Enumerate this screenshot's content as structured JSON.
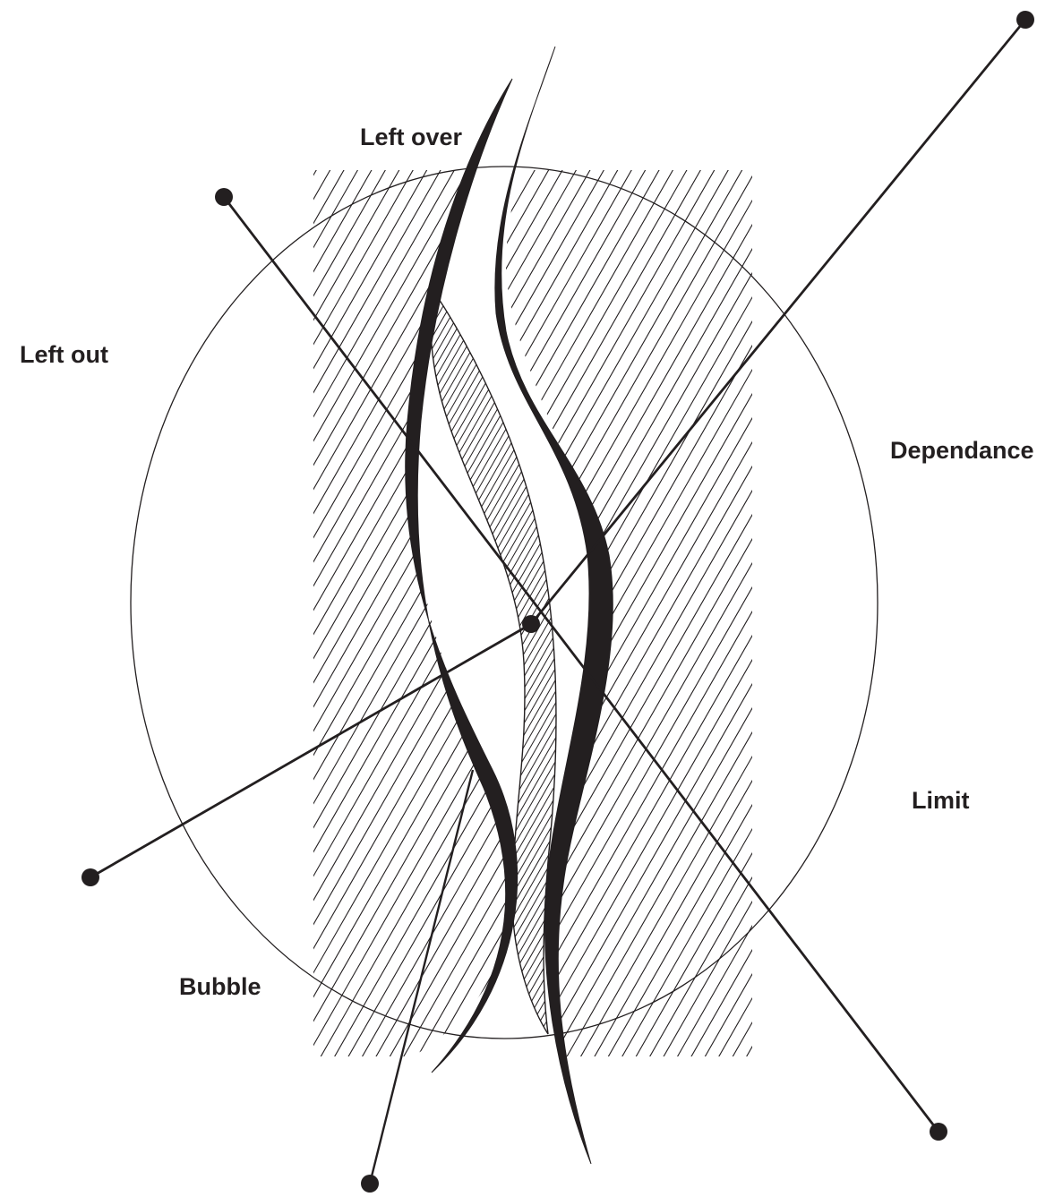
{
  "labels": {
    "left_over": "Left over",
    "left_out": "Left out",
    "dependance": "Dependance",
    "limit": "Limit",
    "bubble": "Bubble"
  },
  "colors": {
    "ink": "#231f20",
    "background": "#ffffff"
  }
}
